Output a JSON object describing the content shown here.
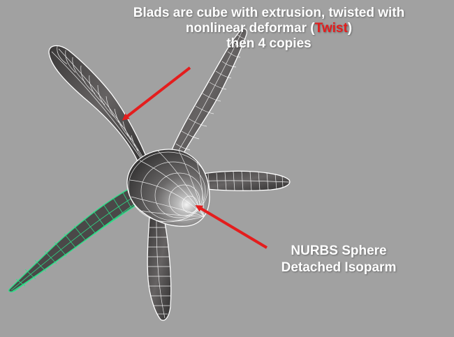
{
  "annotations": {
    "blades": {
      "line1": "Blads are cube with extrusion, twisted with",
      "line2_prefix": "nonlinear deformar (",
      "line2_highlight": "Twist",
      "line2_suffix": ")",
      "line3": "then 4 copies"
    },
    "sphere": {
      "line1": "NURBS Sphere",
      "line2": "Detached Isoparm"
    }
  },
  "colors": {
    "background": "#a1a1a1",
    "text": "#ffffff",
    "highlight": "#e41d1d",
    "arrow": "#e41d1d",
    "wireframe_white": "#ffffff",
    "wireframe_selected": "#2ee08a",
    "surface": "#5a5858"
  }
}
